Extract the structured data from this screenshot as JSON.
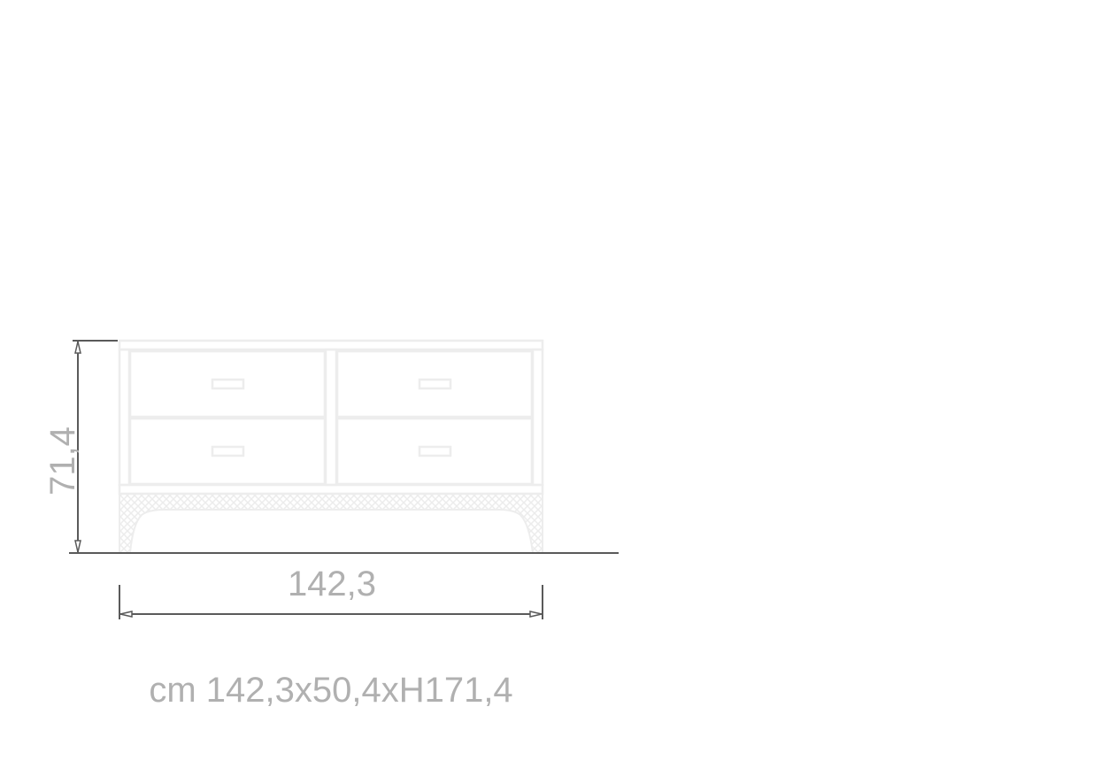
{
  "drawing": {
    "height_label": "71,4",
    "width_label": "142,3",
    "overall_dimensions": "cm 142,3x50,4xH171,4"
  },
  "colors": {
    "furniture_line": "#ededed",
    "dimension_line": "#5a5a5a",
    "label": "#b0b0b0"
  }
}
